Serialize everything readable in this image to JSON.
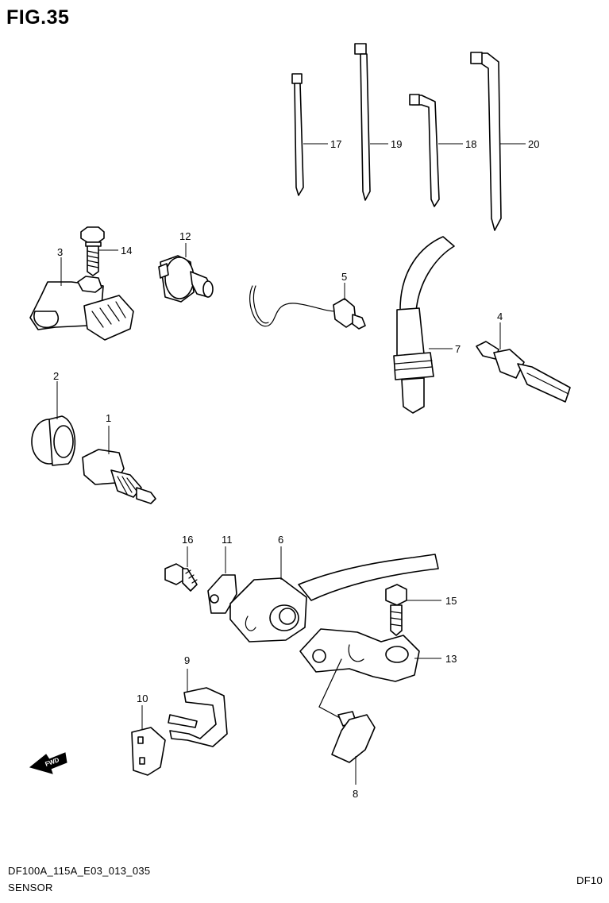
{
  "figure": {
    "title": "FIG.35"
  },
  "callouts": [
    "17",
    "19",
    "18",
    "20",
    "14",
    "12",
    "3",
    "5",
    "7",
    "4",
    "2",
    "1",
    "16",
    "11",
    "6",
    "15",
    "13",
    "9",
    "10",
    "8"
  ],
  "forward_badge": "FWD",
  "footer": {
    "model_code": "DF100A_115A_E03_013_035",
    "section_name": "SENSOR",
    "right_code": "DF10"
  }
}
